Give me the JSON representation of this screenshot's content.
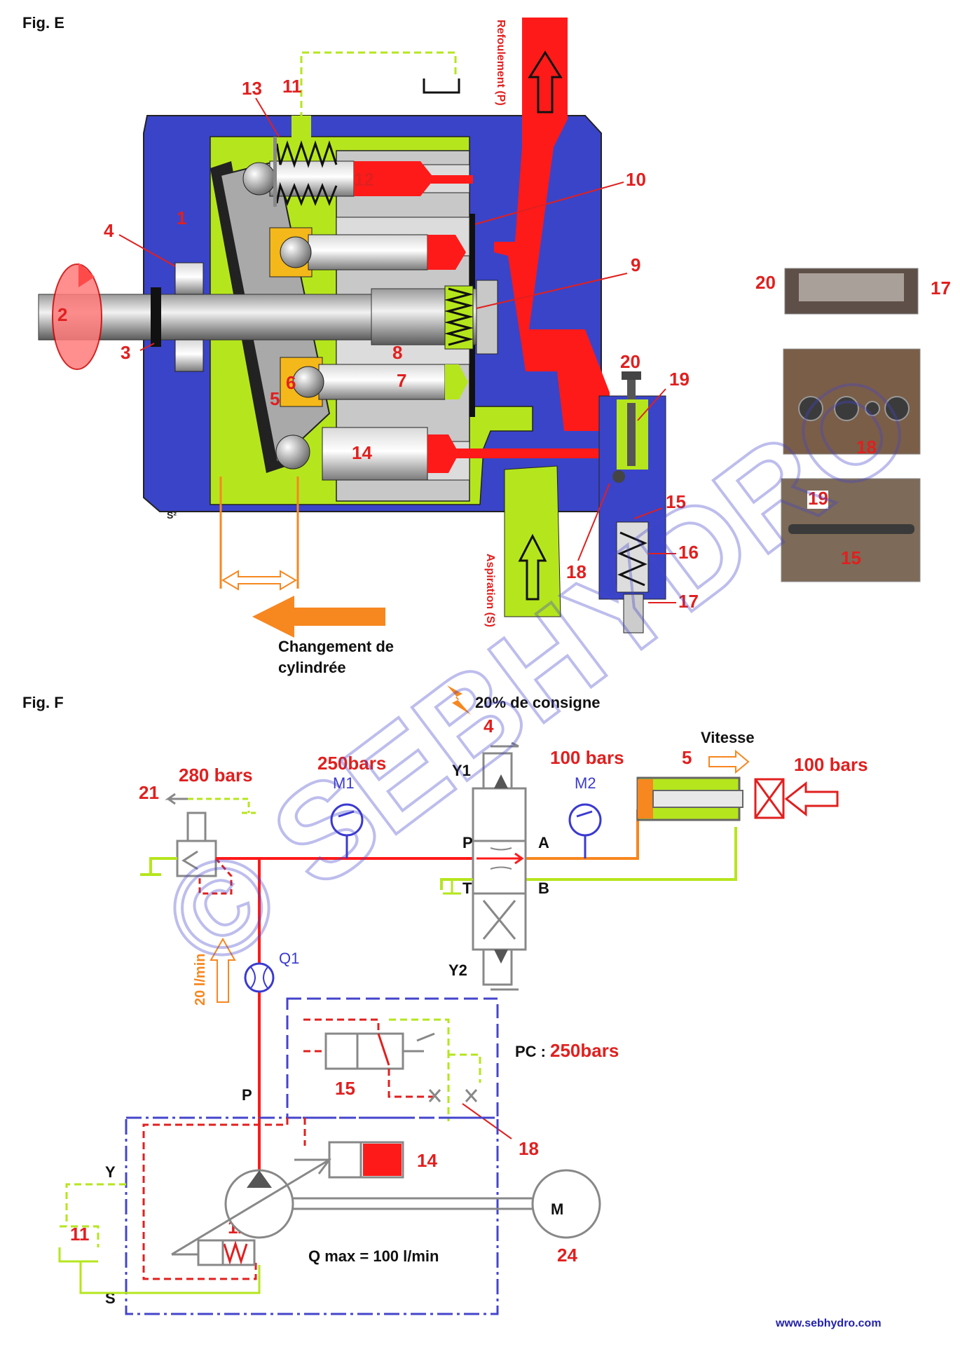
{
  "fig_e": {
    "title": "Fig. E",
    "refoulement": "Refoulement (P)",
    "aspiration": "Aspiration (S)",
    "s2": "S²",
    "change_label_1": "Changement de",
    "change_label_2": "cylindrée",
    "numbers": {
      "n1": "1",
      "n2": "2",
      "n3": "3",
      "n4": "4",
      "n5": "5",
      "n6": "6",
      "n7": "7",
      "n8": "8",
      "n9": "9",
      "n10": "10",
      "n11": "11",
      "n12": "12",
      "n13": "13",
      "n14": "14",
      "n15": "15",
      "n16": "16",
      "n17": "17",
      "n18": "18",
      "n19": "19",
      "n20": "20"
    },
    "photos": {
      "p1_left": "20",
      "p1_right": "17",
      "p2_label": "18",
      "p3_label_a": "19",
      "p3_label_b": "15"
    }
  },
  "fig_f": {
    "title": "Fig.  F",
    "consigne": "20% de consigne",
    "n4": "4",
    "bars_280": "280 bars",
    "n21": "21",
    "m1_pressure": "250bars",
    "m1": "M1",
    "m2_pressure": "100 bars",
    "m2": "M2",
    "vitesse": "Vitesse",
    "n5": "5",
    "load": "100 bars",
    "y1": "Y1",
    "y2": "Y2",
    "port_p": "P",
    "port_a": "A",
    "port_t": "T",
    "port_b": "B",
    "q1": "Q1",
    "flow": "20 l/min",
    "pc_label": "PC :",
    "pc_value": "250bars",
    "n15": "15",
    "n18": "18",
    "p_line": "P",
    "n14": "14",
    "y_line": "Y",
    "n11": "11",
    "n12": "12",
    "motor": "M",
    "n24": "24",
    "qmax": "Q max = 100 l/min",
    "s_line": "S",
    "website": "www.sebhydro.com"
  },
  "watermark": "© SEBHYDRO",
  "colors": {
    "blue_body": "#3a44c8",
    "green": "#b5e61d",
    "red": "#ff1a1a",
    "orange": "#f7871f",
    "label_red": "#e0201f",
    "line_blue": "#4444cc"
  }
}
